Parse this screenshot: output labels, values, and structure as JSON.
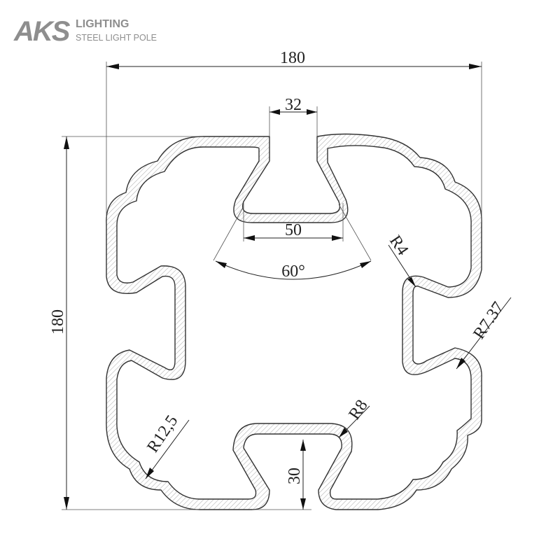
{
  "logo": {
    "mark": "AKS",
    "line1": "LIGHTING",
    "line2": "STEEL LIGHT POLE"
  },
  "drawing": {
    "overall_width": "180",
    "overall_height": "180",
    "slot_top_width": "32",
    "slot_bottom_width": "50",
    "slot_angle": "60°",
    "bottom_slot_depth": "30",
    "radius_small": "R4",
    "radius_right": "R7.37",
    "radius_left": "R12,5",
    "radius_bottom": "R8"
  },
  "colors": {
    "logo": "#8e8e8e",
    "line": "#333333",
    "hatch": "#b5b5b5",
    "background": "#ffffff"
  }
}
